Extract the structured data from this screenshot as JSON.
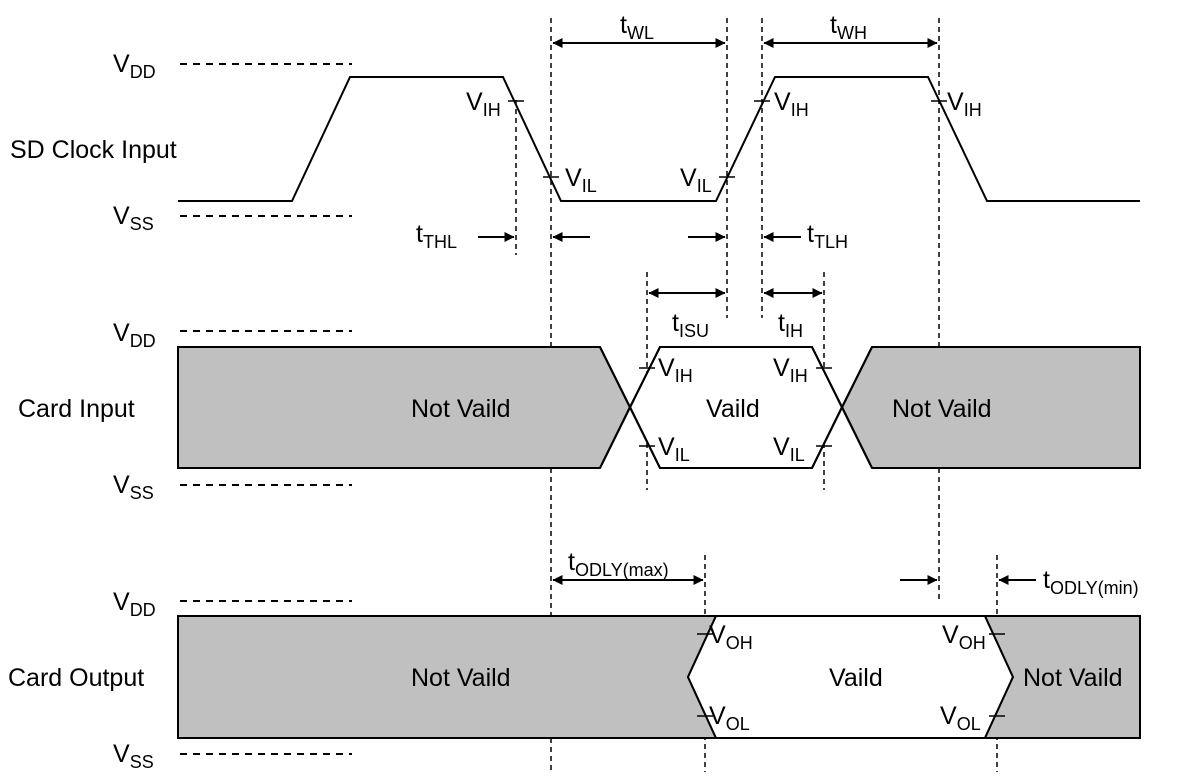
{
  "rows": {
    "clock": {
      "label": "SD Clock Input"
    },
    "card_input": {
      "label": "Card Input"
    },
    "card_output": {
      "label": "Card Output"
    }
  },
  "rails": {
    "vdd_main": "V",
    "vdd_sub": "DD",
    "vss_main": "V",
    "vss_sub": "SS"
  },
  "levels": {
    "vih_sub": "IH",
    "vil_sub": "IL",
    "voh_sub": "OH",
    "vol_sub": "OL",
    "v": "V"
  },
  "states": {
    "not_valid": "Not Vaild",
    "valid": "Vaild"
  },
  "timing": {
    "t": "t",
    "wl": "WL",
    "wh": "WH",
    "thl": "THL",
    "tlh": "TLH",
    "isu": "ISU",
    "ih": "IH",
    "odly_max": "ODLY(max)",
    "odly_min": "ODLY(min)"
  }
}
